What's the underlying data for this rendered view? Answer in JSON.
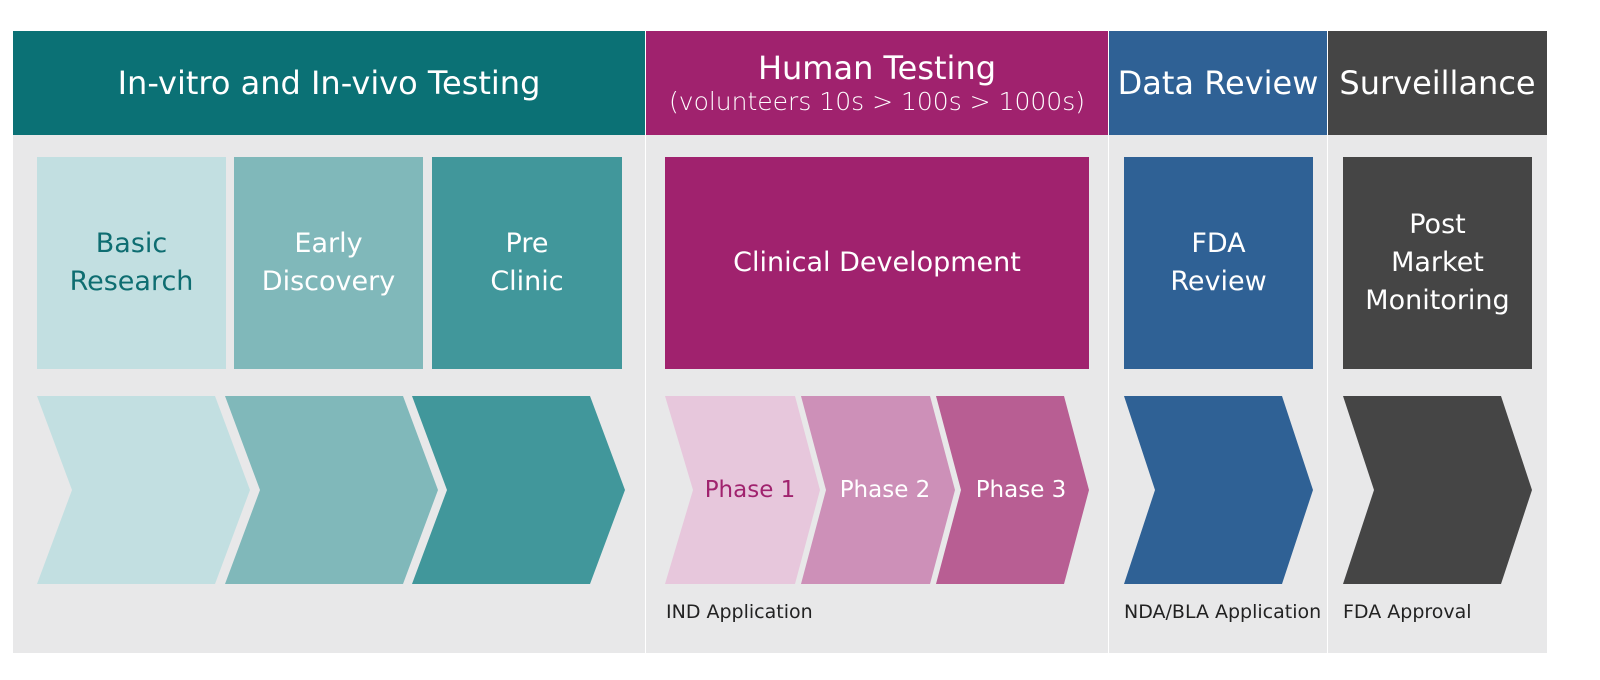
{
  "stages": {
    "invitro": {
      "title": "In-vitro and In-vivo Testing",
      "color": "#0b7175",
      "boxes": [
        {
          "label": "Basic\nResearch",
          "color": "#c2dfe1",
          "text_color": "#0e6d71"
        },
        {
          "label": "Early\nDiscovery",
          "color": "#80b8ba",
          "text_color": "#ffffff"
        },
        {
          "label": "Pre\nClinic",
          "color": "#41979b",
          "text_color": "#ffffff"
        }
      ]
    },
    "human": {
      "title": "Human Testing",
      "subtitle": "(volunteers 10s > 100s > 1000s)",
      "color": "#a0226e",
      "box": {
        "label": "Clinical Development",
        "color": "#a0226e",
        "text_color": "#ffffff"
      },
      "phases": [
        {
          "label": "Phase 1",
          "color": "#e7c7dc",
          "text_color": "#a0226e"
        },
        {
          "label": "Phase 2",
          "color": "#cd90b8",
          "text_color": "#ffffff"
        },
        {
          "label": "Phase 3",
          "color": "#b85e93",
          "text_color": "#ffffff"
        }
      ],
      "footnote": "IND Application"
    },
    "review": {
      "title": "Data Review",
      "color": "#2f6195",
      "box": {
        "label": "FDA\nReview",
        "color": "#2f6195",
        "text_color": "#ffffff"
      },
      "footnote": "NDA/BLA Application"
    },
    "surveillance": {
      "title": "Surveillance",
      "color": "#454545",
      "box": {
        "label": "Post\nMarket\nMonitoring",
        "color": "#454545",
        "text_color": "#ffffff"
      },
      "footnote": "FDA Approval"
    }
  },
  "icons": {
    "phase_arrow": "chevron-arrow-icon"
  }
}
